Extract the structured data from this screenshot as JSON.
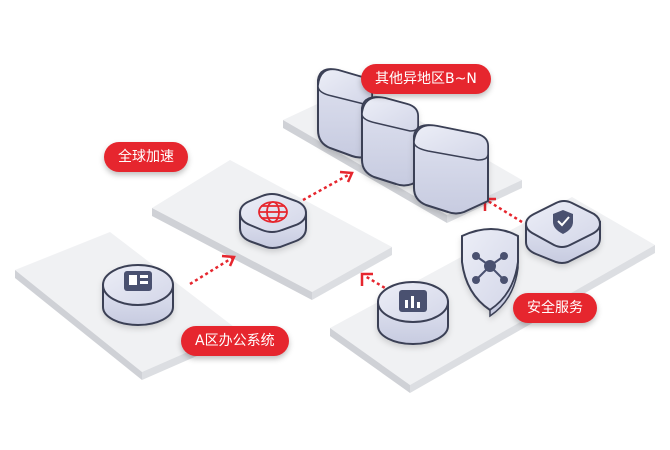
{
  "labels": {
    "regions_bn": "其他异地区B~N",
    "global_accel": "全球加速",
    "office_a": "A区办公系统",
    "security": "安全服务"
  },
  "colors": {
    "accent": "#e6262e",
    "platform": "#eeeff2",
    "node_fill": "#d9dcec",
    "node_stroke": "#3a3f55",
    "icon": "#4a5170",
    "arrow": "#e6262e"
  },
  "icons": {
    "office": "dashboard-card-icon",
    "accel": "globe-icon",
    "security_left": "bar-chart-icon",
    "security_center": "network-hub-icon",
    "security_right": "shield-check-icon"
  }
}
